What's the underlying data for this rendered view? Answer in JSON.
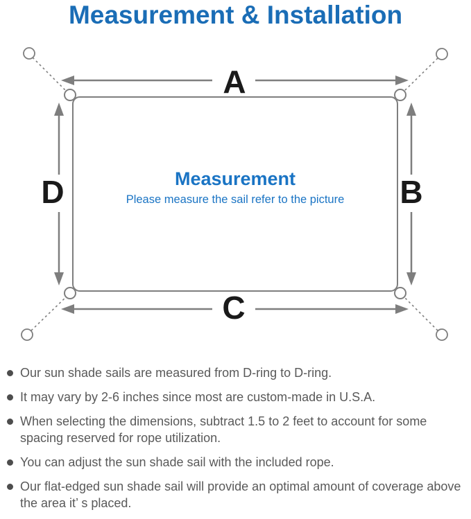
{
  "title": {
    "text": "Measurement & Installation"
  },
  "colors": {
    "title_blue": "#1a6db6",
    "heading_blue": "#1a74c4",
    "line_gray": "#7e7e7e",
    "label_black": "#1a1a1a",
    "note_gray": "#595959",
    "dot_gray": "#4d4d4d"
  },
  "diagram": {
    "heading": "Measurement",
    "subtitle": "Please measure the sail refer to the picture",
    "side_labels": {
      "top": "A",
      "right": "B",
      "bottom": "C",
      "left": "D"
    }
  },
  "notes": [
    "Our sun shade sails are measured from D-ring to D-ring.",
    "It may vary by 2-6 inches since most are custom-made in U.S.A.",
    "When selecting the dimensions, subtract 1.5 to 2 feet to account for some spacing reserved for rope utilization.",
    "You can adjust the sun shade sail with the included rope.",
    "Our flat-edged sun shade sail will provide an optimal amount of coverage above the area it’ s placed."
  ]
}
